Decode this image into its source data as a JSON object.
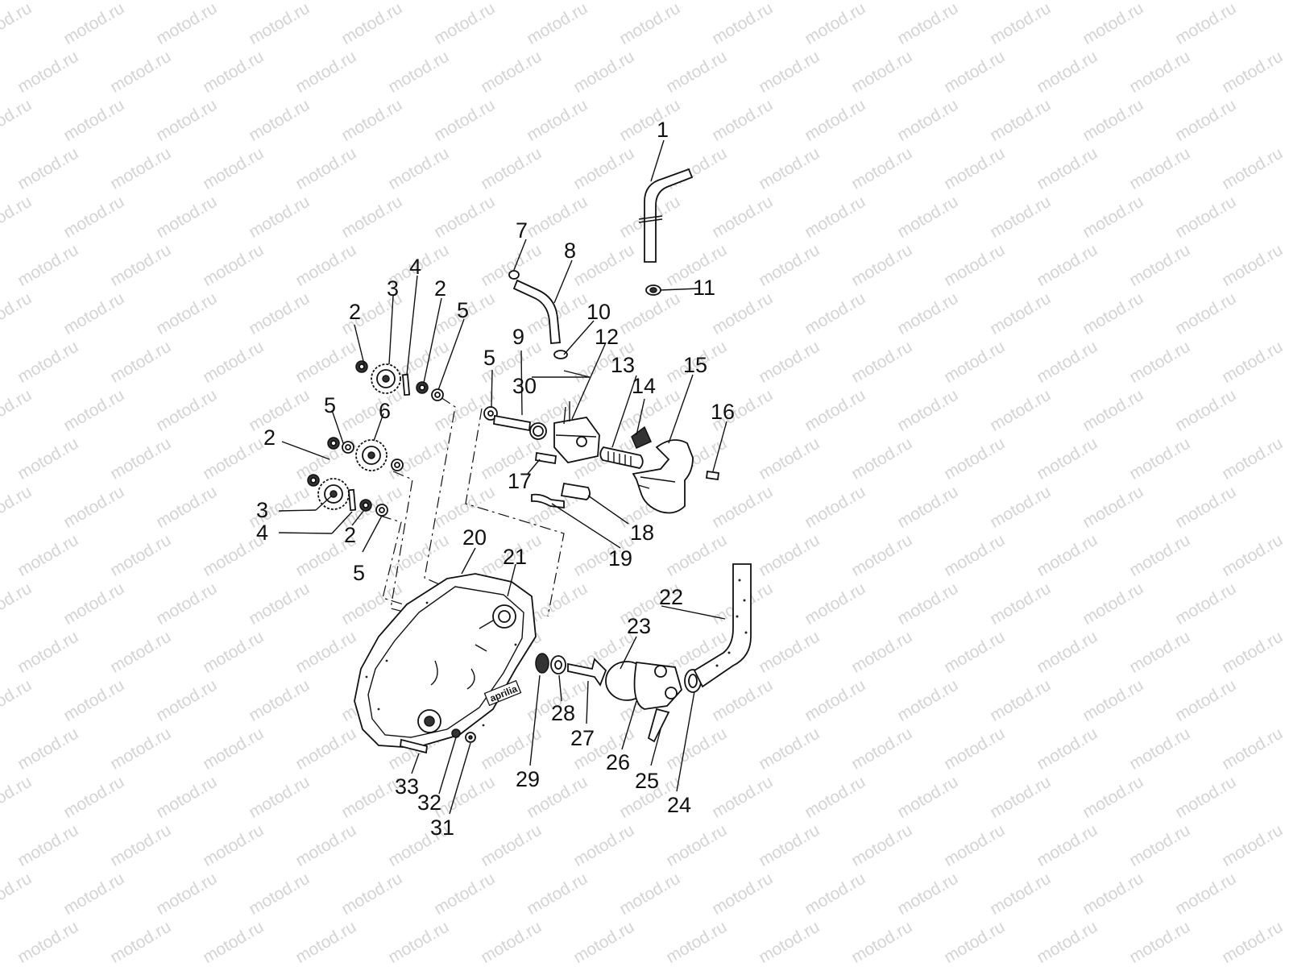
{
  "watermark_text": "motod.ru",
  "brand_label": "aprilia",
  "callouts": [
    "1",
    "2",
    "3",
    "4",
    "5",
    "6",
    "7",
    "8",
    "9",
    "10",
    "11",
    "12",
    "13",
    "14",
    "15",
    "16",
    "17",
    "18",
    "19",
    "20",
    "21",
    "22",
    "23",
    "24",
    "25",
    "26",
    "27",
    "28",
    "29",
    "30",
    "31",
    "32",
    "33"
  ],
  "colors": {
    "ink": "#111111",
    "watermark": "#d4d4d4",
    "background": "#ffffff"
  }
}
